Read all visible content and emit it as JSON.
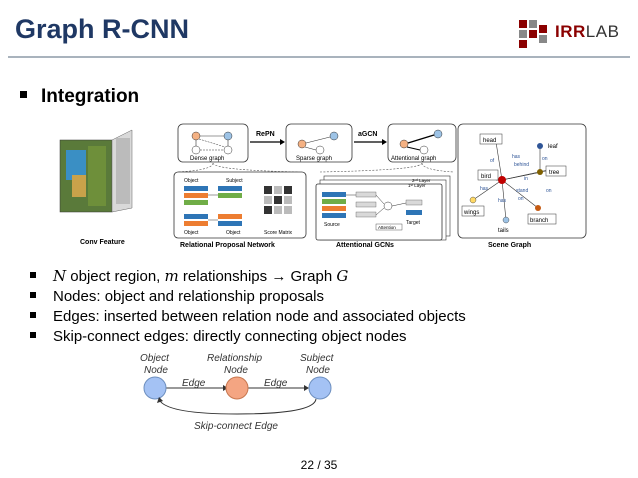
{
  "slide": {
    "title": "Graph R-CNN",
    "logo_main": "IRR",
    "logo_lab": "LAB",
    "heading": "Integration",
    "page": "22 / 35"
  },
  "figure": {
    "labels": {
      "conv_feature": "Conv Feature",
      "repn": "RePN",
      "agcn": "aGCN",
      "dense_graph": "Dense graph",
      "sparse_graph": "Sparse graph",
      "attentional_graph": "Attentional graph",
      "relational_proposal_network": "Relational Proposal Network",
      "attentional_gcns": "Attentional GCNs",
      "scene_graph": "Scene Graph",
      "object": "Object",
      "subject": "Subject",
      "score_matrix": "Score Matrix",
      "source": "Source",
      "target": "Target",
      "attention": "Attention",
      "layer2": "2ⁿᵈ Layer",
      "layer1": "1ˢᵗ Layer"
    },
    "scene_graph": {
      "nodes": [
        "head",
        "leaf",
        "bird",
        "tree",
        "wings",
        "tails",
        "branch"
      ],
      "edges": [
        "of",
        "has",
        "has",
        "behind",
        "on",
        "in",
        "has",
        "stand",
        "on",
        "on",
        "on"
      ]
    }
  },
  "bullets": [
    {
      "pre": "",
      "var1": "N",
      "mid": " object region, ",
      "var2": "m",
      "post": " relationships → Graph ",
      "var3": "G"
    },
    {
      "text": "Nodes: object and relationship proposals"
    },
    {
      "text": "Edges: inserted between relation node and associated objects"
    },
    {
      "text": "Skip-connect edges: directly connecting object nodes"
    }
  ],
  "diagram": {
    "object_label": [
      "Object",
      "Node"
    ],
    "relationship_label": [
      "Relationship",
      "Node"
    ],
    "subject_label": [
      "Subject",
      "Node"
    ],
    "edge_left": "Edge",
    "edge_right": "Edge",
    "skip_label": "Skip-connect Edge",
    "colors": {
      "object": "#a4c2f4",
      "relationship": "#f4a582",
      "subject": "#a4c2f4"
    }
  }
}
